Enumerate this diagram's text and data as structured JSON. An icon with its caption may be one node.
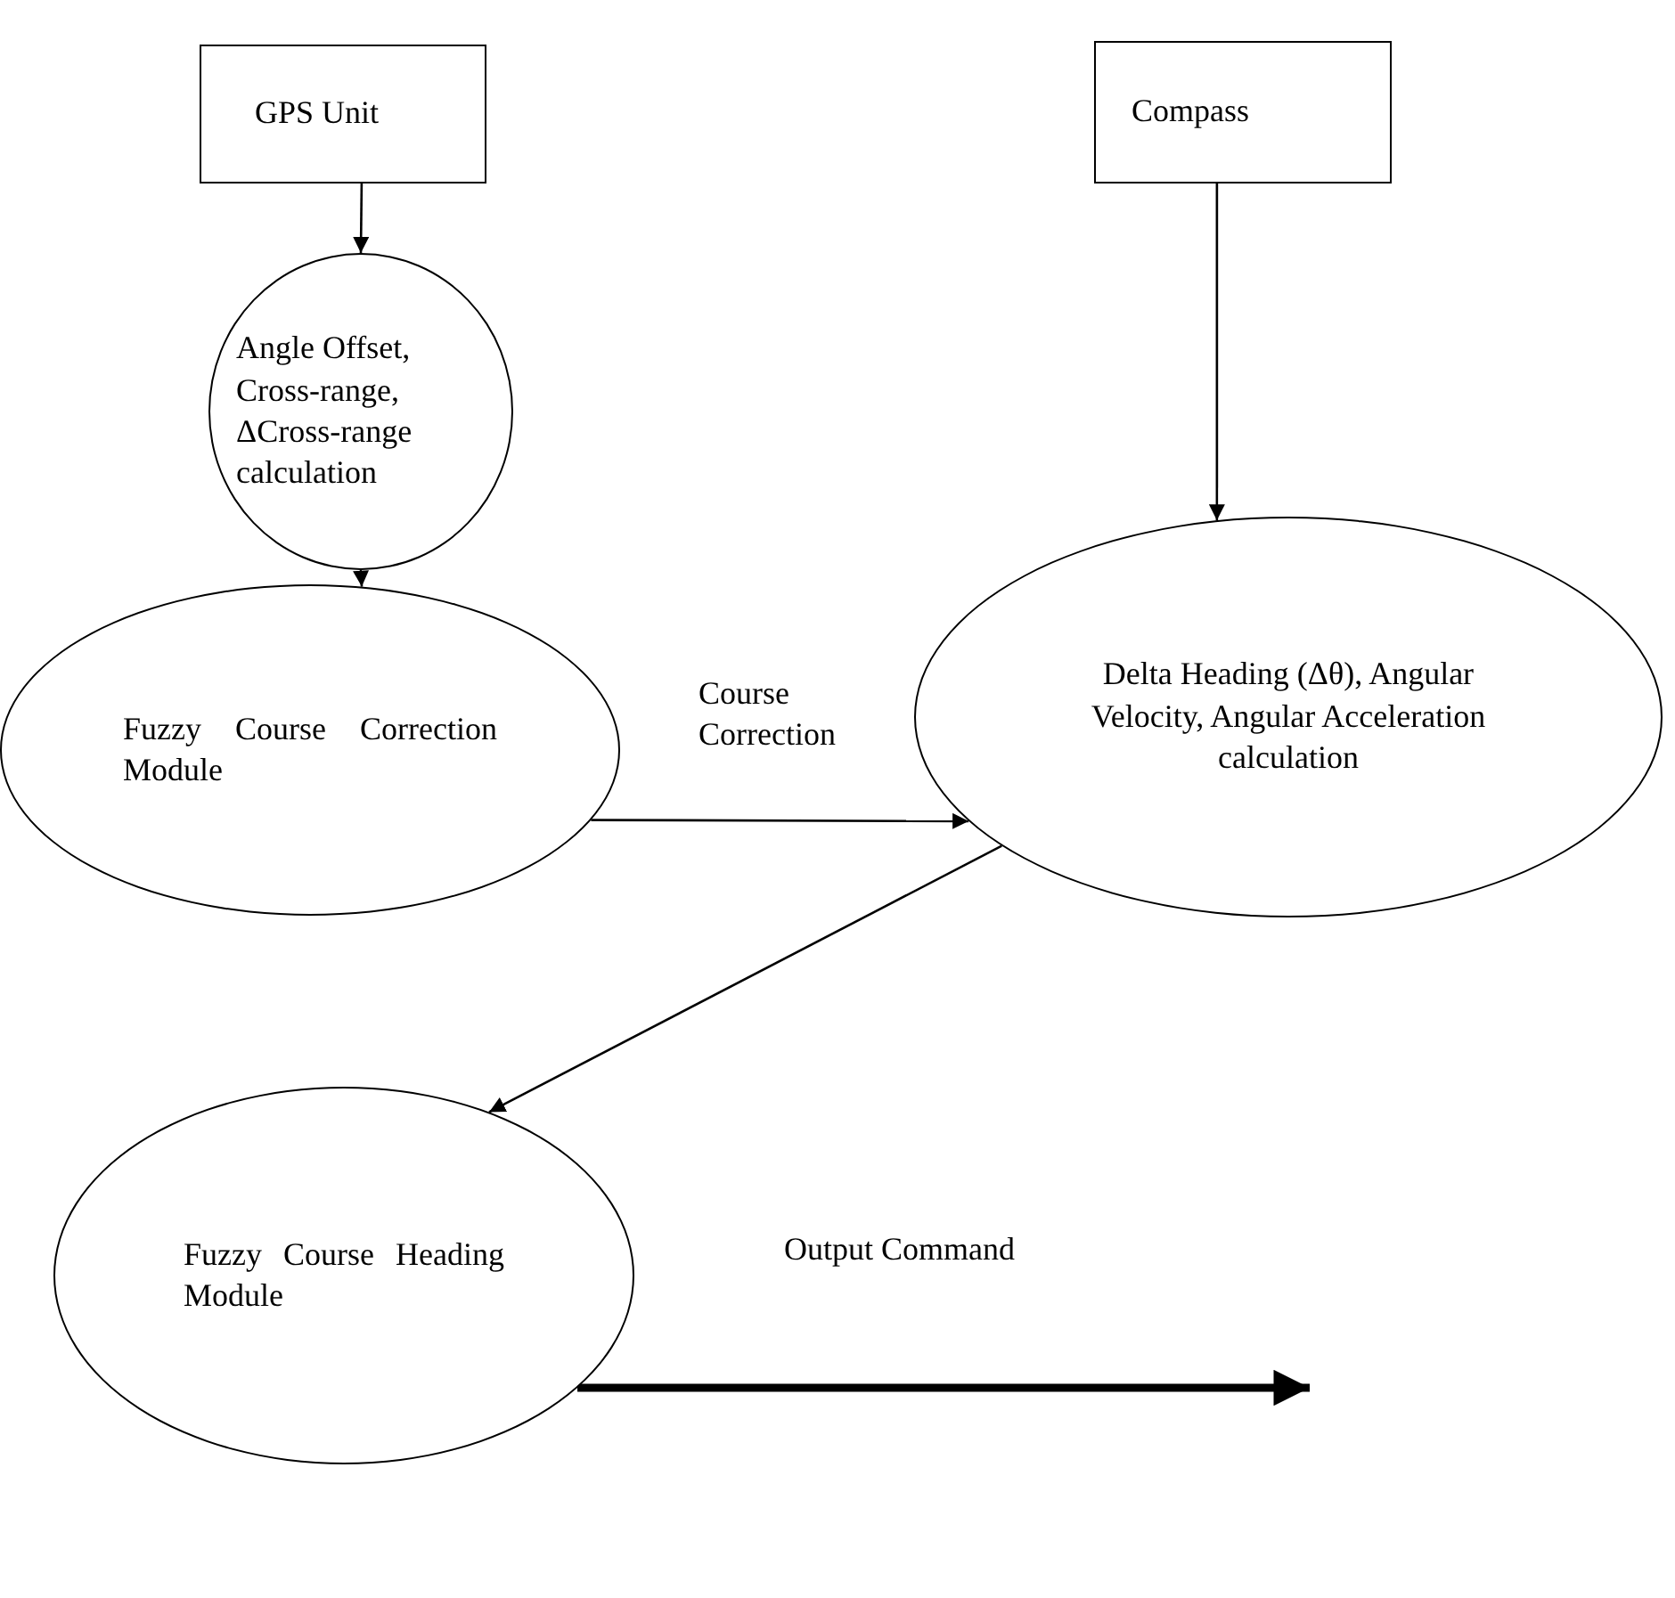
{
  "diagram": {
    "nodes": [
      {
        "text": [
          "GPS Unit"
        ]
      },
      {
        "text": [
          "Compass"
        ]
      },
      {
        "text": [
          "Angle Offset, Cross-range, ΔCross-range calculation"
        ]
      },
      {
        "text": [
          "Fuzzy Course Correction Module"
        ]
      },
      {
        "text": [
          "Delta Heading (Δθ), Angular Velocity, Angular Acceleration calculation"
        ]
      },
      {
        "text": [
          "Fuzzy Course Heading Module"
        ]
      }
    ],
    "edges": [
      {
        "from": 0,
        "to": 2,
        "arrow": "to"
      },
      {
        "from": 2,
        "to": 3,
        "arrow": "to"
      },
      {
        "from": 1,
        "to": 4,
        "arrow": "to"
      },
      {
        "from": 3,
        "to": 4,
        "arrow": "to",
        "label": "Course Correction"
      },
      {
        "from": 4,
        "to": 5,
        "arrow": "to"
      },
      {
        "from": 5,
        "to": null,
        "arrow": "to",
        "label": "Output Command",
        "style": "thick"
      }
    ]
  }
}
